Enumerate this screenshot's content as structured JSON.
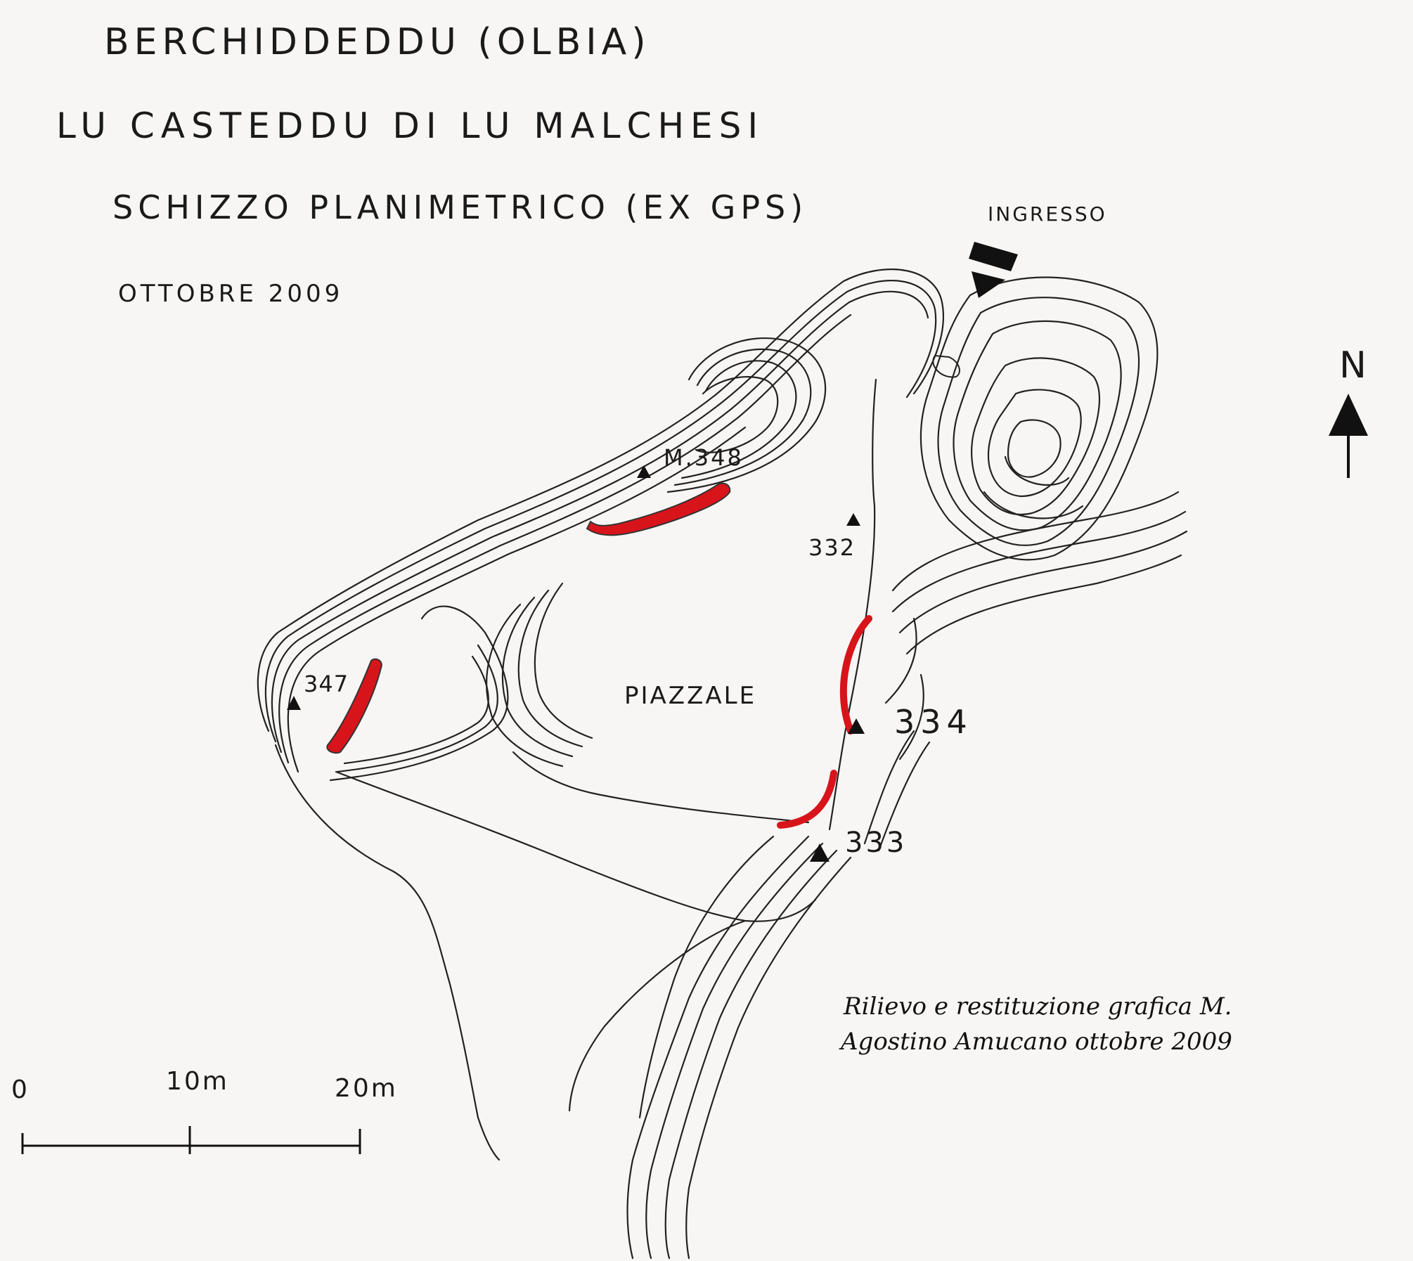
{
  "title": {
    "line1": "BERCHIDDEDDU (OLBIA)",
    "line2": "LU CASTEDDU DI LU MALCHESI",
    "line3": "SCHIZZO PLANIMETRICO (EX GPS)",
    "date": "OTTOBRE 2009"
  },
  "labels": {
    "entrance": "INGRESSO",
    "north": "N",
    "plaza": "PIAZZALE"
  },
  "elevation_points": [
    {
      "label": "M.348"
    },
    {
      "label": "347"
    },
    {
      "label": "332"
    },
    {
      "label": "334"
    },
    {
      "label": "333"
    }
  ],
  "scale_bar": {
    "labels": [
      "0",
      "10m",
      "20m"
    ]
  },
  "credit": {
    "line1": "Rilievo e restituzione grafica M.",
    "line2": "Agostino Amucano  ottobre 2009"
  },
  "colors": {
    "paper": "#f7f6f4",
    "ink": "#1a1a1a",
    "wall_red": "#d8141b"
  },
  "icons": [
    "north-arrow-icon",
    "entrance-arrow-icon",
    "survey-point-triangle-icon"
  ]
}
